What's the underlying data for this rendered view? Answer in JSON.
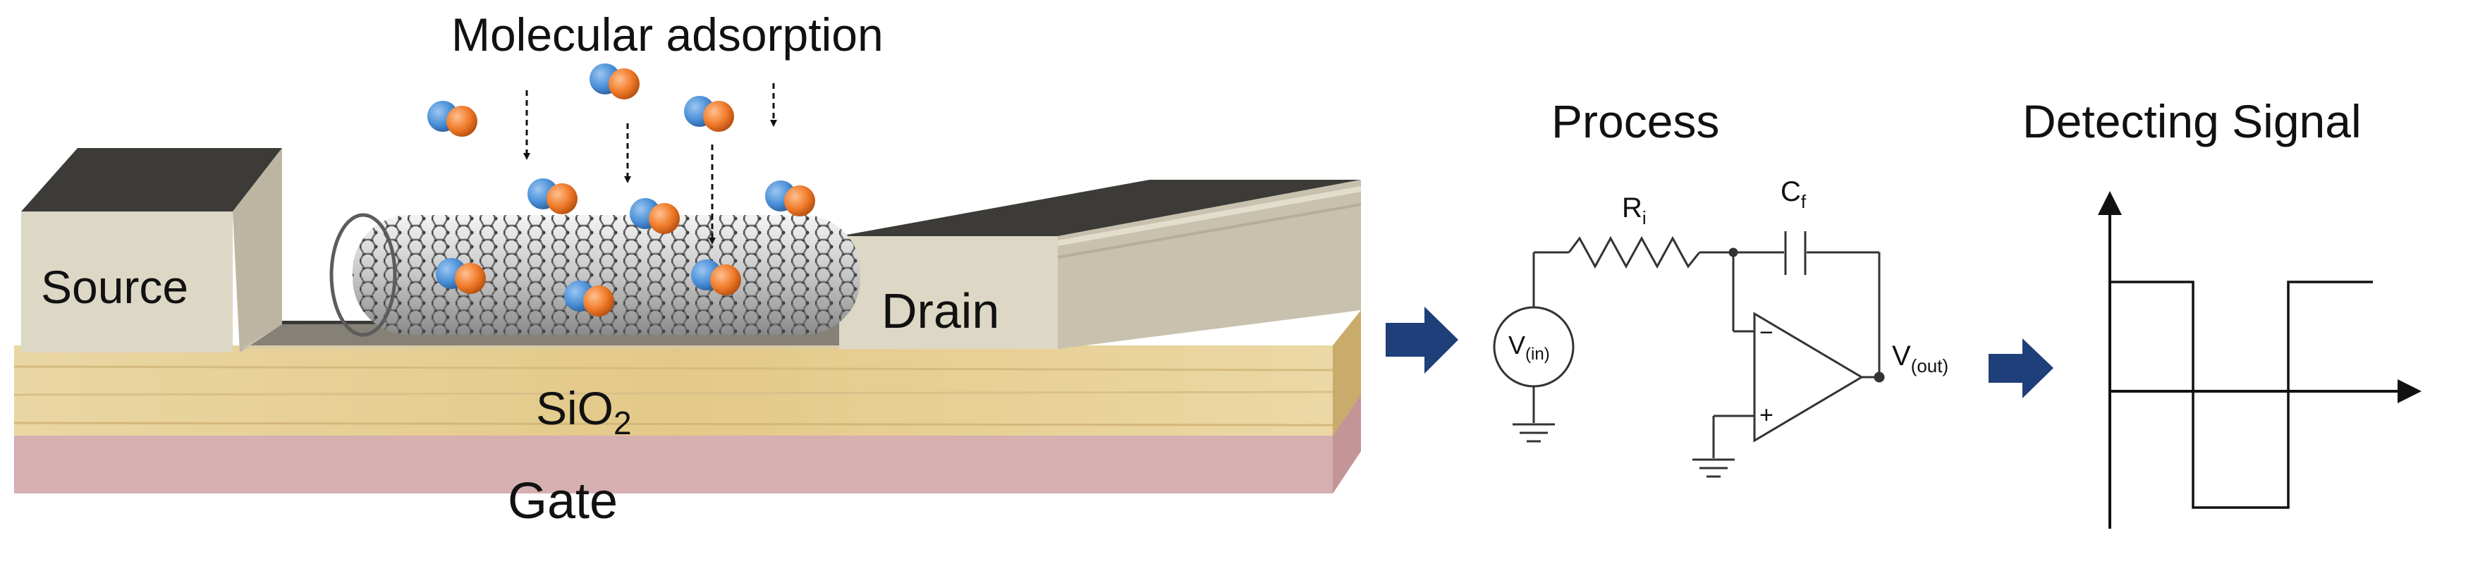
{
  "device": {
    "title": "Molecular adsorption",
    "source_label": "Source",
    "drain_label": "Drain",
    "oxide_label": "SiO",
    "oxide_subscript": "2",
    "gate_label": "Gate",
    "colors": {
      "molecule_blue": "#4a90d9",
      "molecule_orange": "#f07a28",
      "gate": "#d9b3b5",
      "oxide": "#e6cf98",
      "electrode_front": "#ddd7c6",
      "electrode_top": "#3a3936"
    }
  },
  "process": {
    "title": "Process",
    "resistor_label": "R",
    "resistor_subscript": "i",
    "capacitor_label": "C",
    "capacitor_subscript": "f",
    "vin_label": "V",
    "vin_subscript": "(in)",
    "vout_label": "V",
    "vout_subscript": "(out)",
    "minus_sign": "−",
    "plus_sign": "+"
  },
  "signal": {
    "title": "Detecting Signal"
  },
  "arrow_color": "#1f3f7a"
}
